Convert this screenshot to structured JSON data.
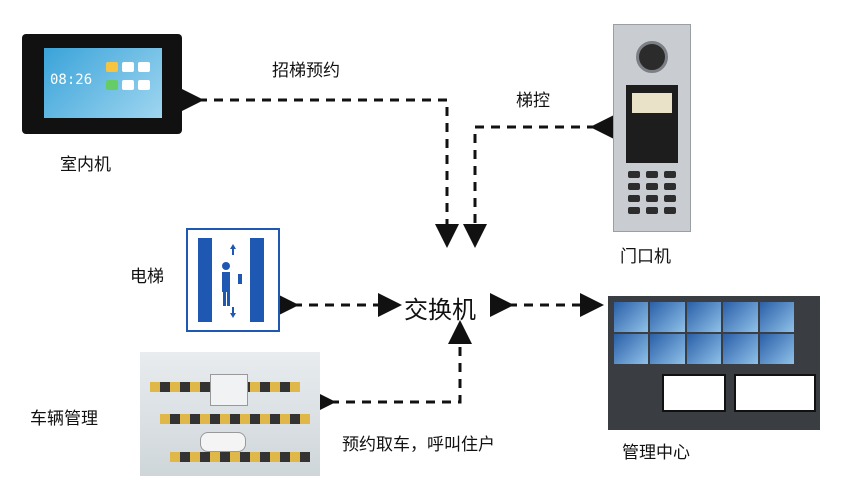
{
  "nodes": {
    "indoor_unit": {
      "label": "室内机",
      "clock": "08:26"
    },
    "door_station": {
      "label": "门口机"
    },
    "elevator": {
      "label": "电梯"
    },
    "parking": {
      "label": "车辆管理"
    },
    "management_center": {
      "label": "管理中心"
    },
    "switch": {
      "label": "交换机"
    }
  },
  "links": {
    "call_elevator": "招梯预约",
    "elevator_control": "梯控",
    "parking_call": "预约取车，呼叫住户"
  },
  "colors": {
    "line": "#111111",
    "elevator_blue": "#1f58b3"
  }
}
